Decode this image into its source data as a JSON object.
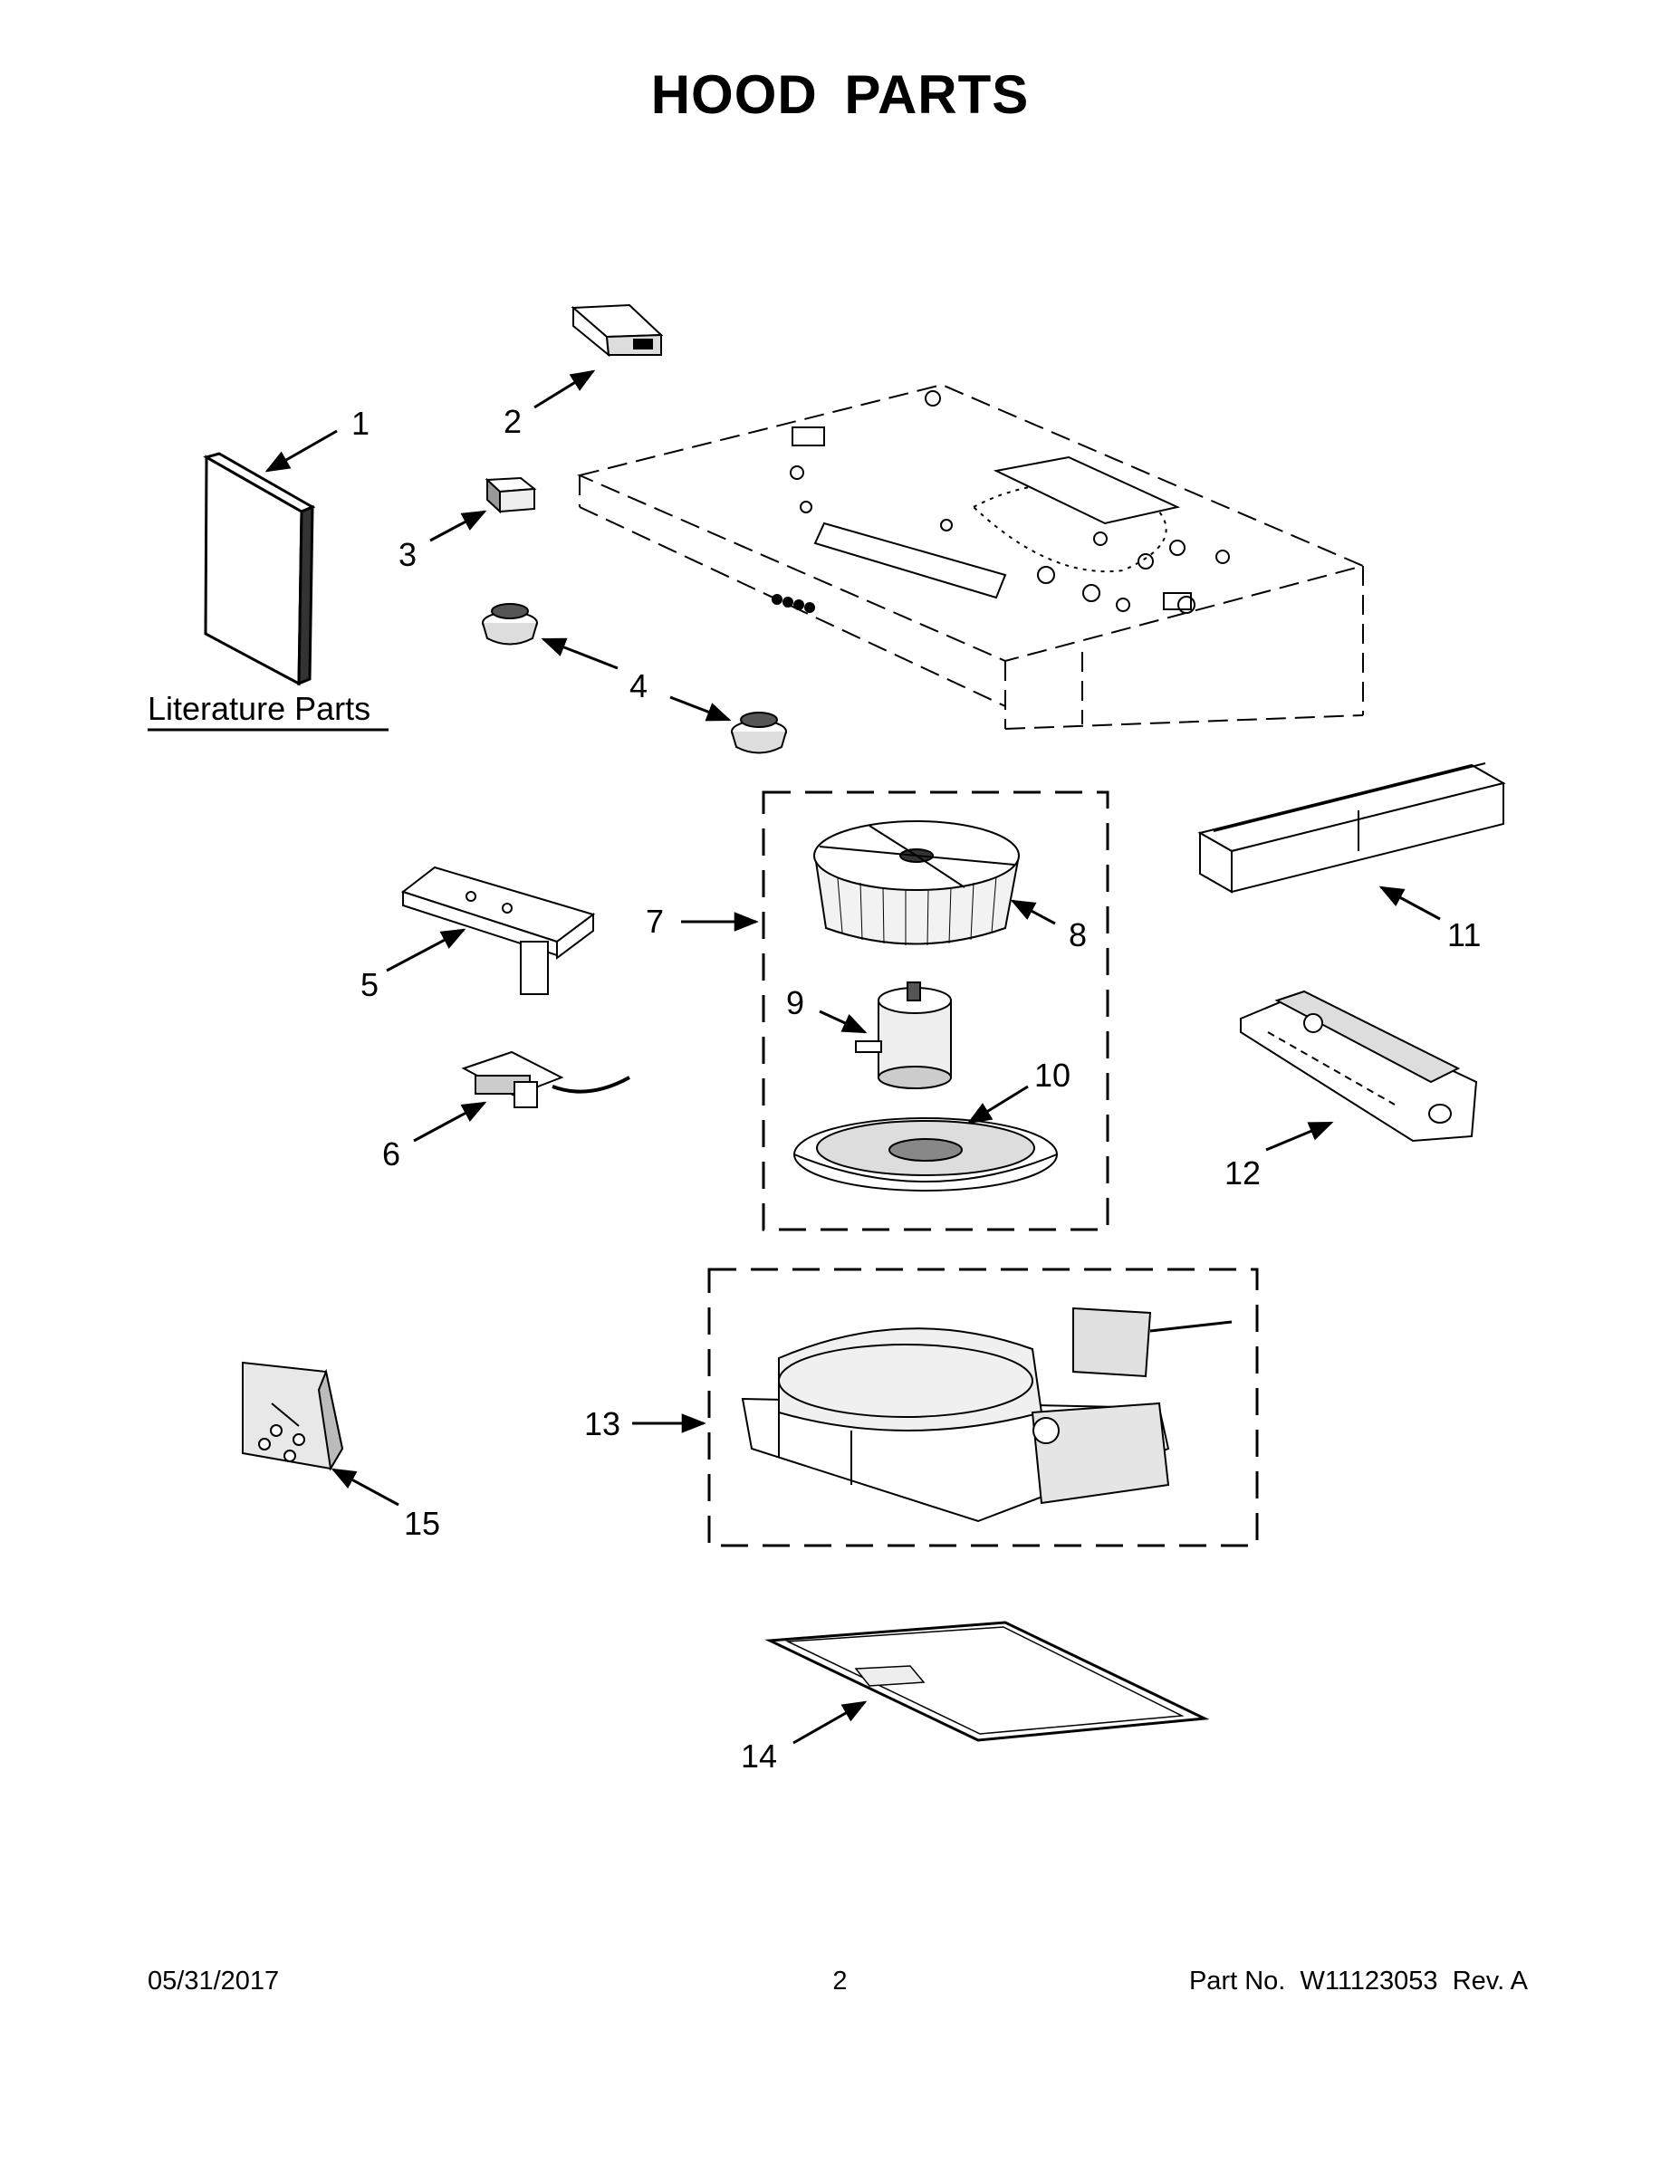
{
  "title": "HOOD PARTS",
  "literature_label": "Literature Parts",
  "callouts": [
    "1",
    "2",
    "3",
    "4",
    "5",
    "6",
    "7",
    "8",
    "9",
    "10",
    "11",
    "12",
    "13",
    "14",
    "15"
  ],
  "footer": {
    "date": "05/31/2017",
    "page": "2",
    "part_label": "Part No.",
    "part_number": "W11123053",
    "rev_label": "Rev.",
    "rev": "A"
  }
}
